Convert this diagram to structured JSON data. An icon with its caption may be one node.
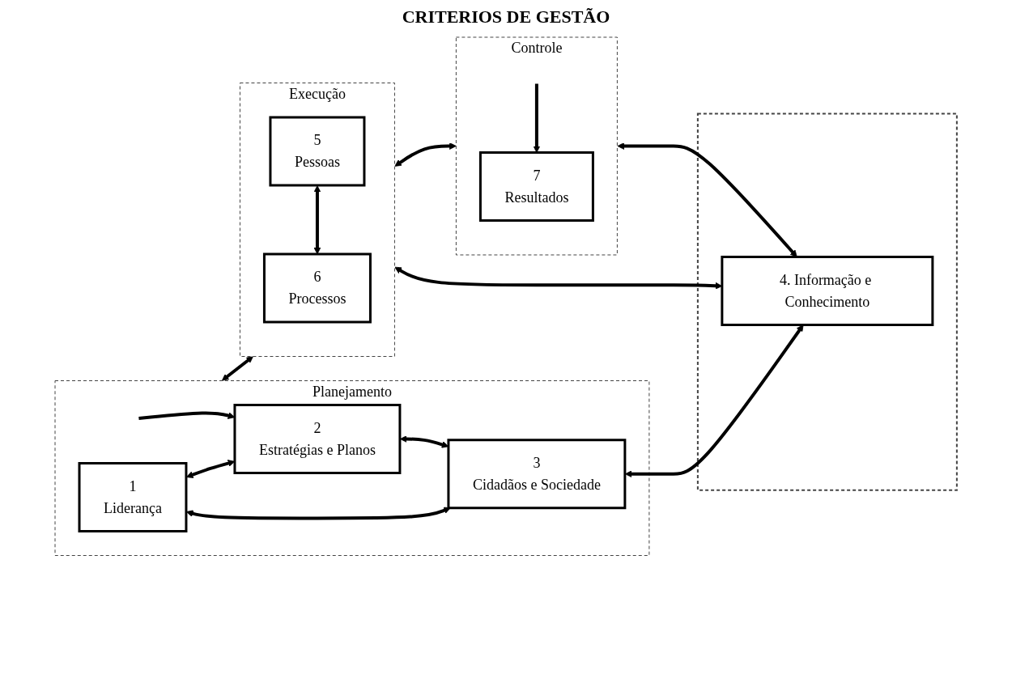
{
  "diagram": {
    "title": "CRITERIOS DE GESTÃO",
    "nodes": [
      {
        "text": [
          "Planejamento"
        ]
      },
      {
        "text": [
          "2",
          "Estratégias e Planos"
        ],
        "in": 0
      },
      {
        "text": [
          "1",
          "Liderança"
        ],
        "in": 0
      },
      {
        "text": [
          "3",
          "Cidadãos e Sociedade"
        ],
        "in": 0
      },
      {
        "text": [
          "Execução"
        ]
      },
      {
        "text": [
          "5",
          "Pessoas"
        ],
        "in": 4
      },
      {
        "text": [
          "6",
          "Processos"
        ],
        "in": 4
      },
      {
        "text": [
          "Controle"
        ]
      },
      {
        "text": [
          "7",
          "Resultados"
        ],
        "in": 7
      },
      {
        "text": [],
        "shape": "box"
      },
      {
        "text": [
          "4. Informação e Conhecimento"
        ],
        "in": 9
      }
    ],
    "edges": [
      {
        "from": null,
        "to": 1,
        "arrow": "to"
      },
      {
        "from": 2,
        "to": 1,
        "arrow": "both"
      },
      {
        "from": 1,
        "to": 3,
        "arrow": "both"
      },
      {
        "from": 2,
        "to": 3,
        "arrow": "both"
      },
      {
        "from": 0,
        "to": 4,
        "arrow": "both"
      },
      {
        "from": 5,
        "to": 6,
        "arrow": "both"
      },
      {
        "from": 4,
        "to": 7,
        "arrow": "both"
      },
      {
        "from": null,
        "to": 8,
        "arrow": "to"
      },
      {
        "from": 3,
        "to": 10,
        "arrow": "both"
      },
      {
        "from": 4,
        "to": 10,
        "arrow": "both"
      },
      {
        "from": 7,
        "to": 10,
        "arrow": "both"
      }
    ]
  }
}
